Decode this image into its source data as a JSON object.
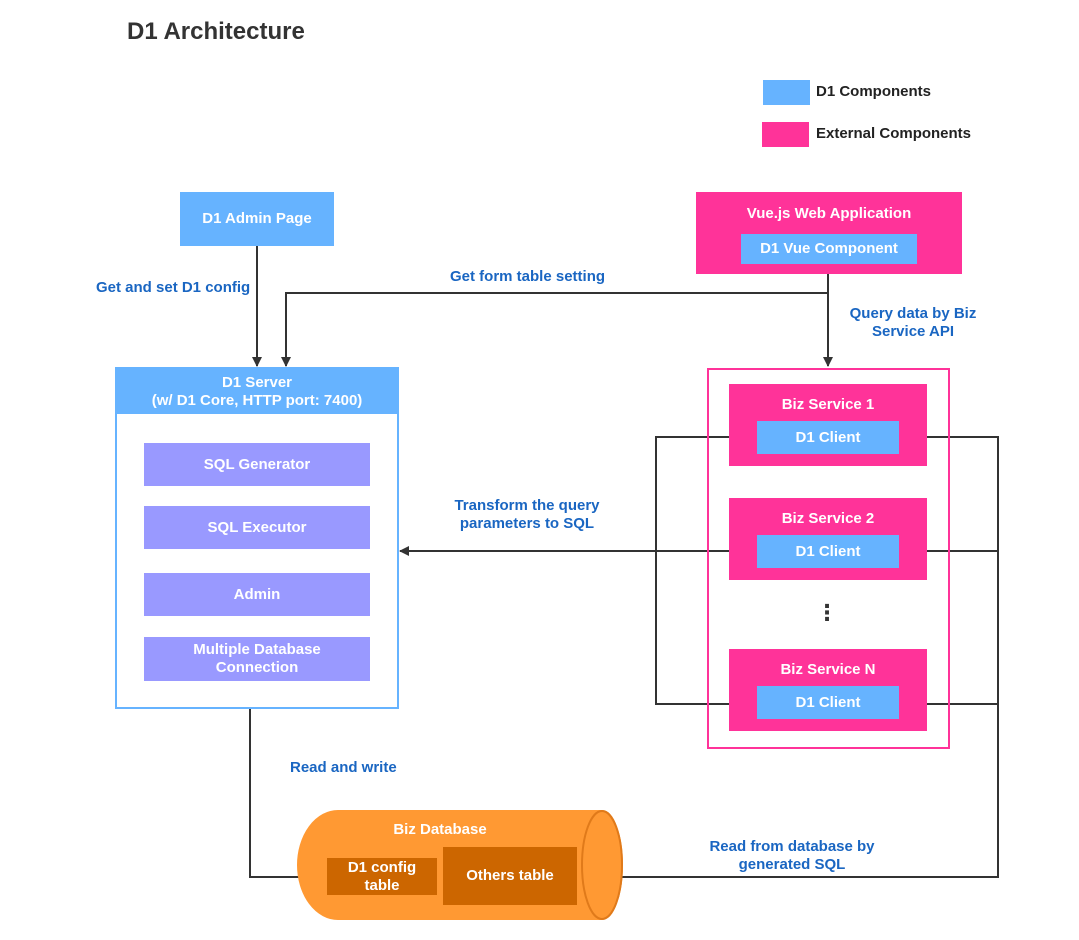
{
  "title": "D1 Architecture",
  "legend": {
    "d1": "D1 Components",
    "external": "External Components"
  },
  "colors": {
    "d1": "#66b3ff",
    "external": "#ff3399",
    "module": "#9999ff",
    "database": "#ff9933",
    "table": "#cc6600",
    "label": "#1a66c2"
  },
  "admin_page": "D1 Admin Page",
  "vue_app": {
    "title": "Vue.js Web Application",
    "component": "D1 Vue Component"
  },
  "server": {
    "title_line1": "D1 Server",
    "title_line2": "(w/ D1 Core, HTTP port: 7400)",
    "modules": [
      "SQL Generator",
      "SQL Executor",
      "Admin",
      "Multiple Database Connection"
    ]
  },
  "services": [
    {
      "name": "Biz Service 1",
      "client": "D1 Client"
    },
    {
      "name": "Biz Service 2",
      "client": "D1 Client"
    },
    {
      "name": "Biz Service N",
      "client": "D1 Client"
    }
  ],
  "ellipsis": "⋮",
  "database": {
    "title": "Biz Database",
    "config_table": "D1 config table",
    "others_table": "Others table"
  },
  "edge_labels": {
    "get_set_config": "Get and set D1 config",
    "get_form_table": "Get form table setting",
    "query_data": "Query data by Biz Service API",
    "transform": "Transform the query parameters to SQL",
    "read_write": "Read and write",
    "read_from_db": "Read from database by generated SQL"
  }
}
